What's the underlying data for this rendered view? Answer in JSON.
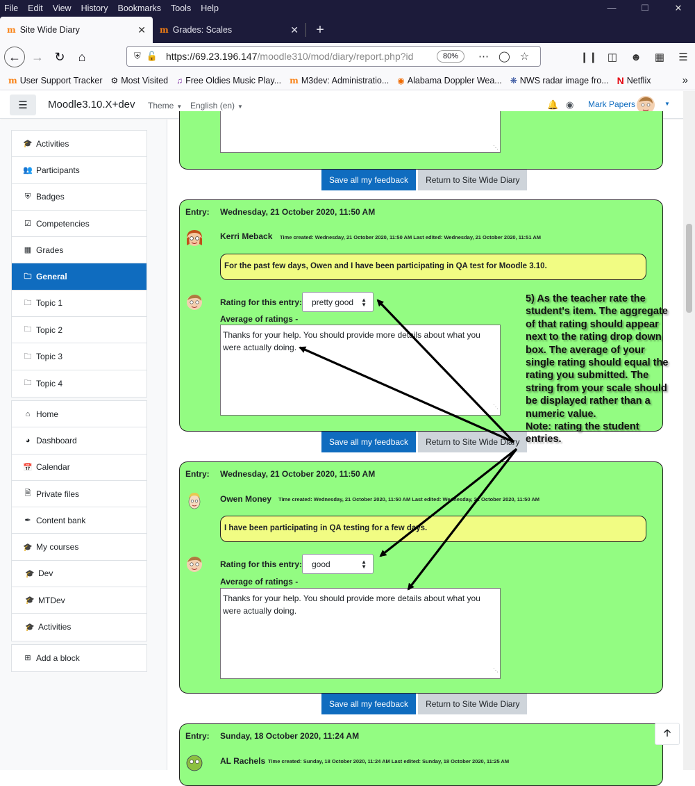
{
  "browser": {
    "menu": [
      "File",
      "Edit",
      "View",
      "History",
      "Bookmarks",
      "Tools",
      "Help"
    ],
    "tabs": [
      {
        "title": "Site Wide Diary",
        "active": true
      },
      {
        "title": "Grades: Scales",
        "active": false
      }
    ],
    "url_main": "https://69.23.196.147",
    "url_path": "/moodle310/mod/diary/report.php?id",
    "zoom": "80%",
    "bookmarks": [
      "User Support Tracker",
      "Most Visited",
      "Free Oldies Music Play...",
      "M3dev: Administratio...",
      "Alabama Doppler Wea...",
      "NWS radar image fro...",
      "Netflix"
    ]
  },
  "header": {
    "site_name": "Moodle3.10.X+dev",
    "theme": "Theme",
    "language": "English (en)",
    "user_name": "Mark Papers"
  },
  "sidebar": {
    "group1": [
      "Activities",
      "Participants",
      "Badges",
      "Competencies",
      "Grades",
      "General",
      "Topic 1",
      "Topic 2",
      "Topic 3",
      "Topic 4"
    ],
    "group2": [
      "Home",
      "Dashboard",
      "Calendar",
      "Private files",
      "Content bank",
      "My courses",
      "Dev",
      "MTDev",
      "Activities"
    ],
    "add_block": "Add a block"
  },
  "buttons": {
    "save": "Save all my feedback",
    "return": "Return to Site Wide Diary"
  },
  "labels": {
    "entry": "Entry:",
    "rating": "Rating for this entry:",
    "average": "Average of ratings -"
  },
  "entries": [
    {
      "date": "Wednesday, 21 October 2020, 11:50 AM",
      "student": "Kerri Meback",
      "times": "Time created: Wednesday, 21 October 2020, 11:50 AM Last edited: Wednesday, 21 October 2020, 11:51 AM",
      "text": "For the past few days, Owen and I have been participating in QA test for Moodle 3.10.",
      "rating": "pretty good",
      "feedback": "Thanks for your help. You should provide more details about what you were actually doing."
    },
    {
      "date": "Wednesday, 21 October 2020, 11:50 AM",
      "student": "Owen Money",
      "times": "Time created: Wednesday, 21 October 2020, 11:50 AM Last edited: Wednesday, 21 October 2020, 11:50 AM",
      "text": "I have been participating in QA testing for a few days.",
      "rating": "good",
      "feedback": "Thanks for your help. You should provide more details about what you were actually doing."
    },
    {
      "date": "Sunday, 18 October 2020, 11:24 AM",
      "student": "AL Rachels",
      "times": "Time created: Sunday, 18 October 2020, 11:24 AM Last edited: Sunday, 18 October 2020, 11:25 AM"
    }
  ],
  "annotation": "5) As the teacher rate the student's item. The aggregate of that rating should appear next to the rating drop down box. The average of your single rating should equal the rating you submitted. The string from your scale should be displayed rather than a numeric value.\nNote: rating the student entries.",
  "colors": {
    "entry_bg": "#93fc82",
    "text_bg": "#f1fc83",
    "primary": "#0f6cbf",
    "chrome": "#1c1b3a"
  }
}
